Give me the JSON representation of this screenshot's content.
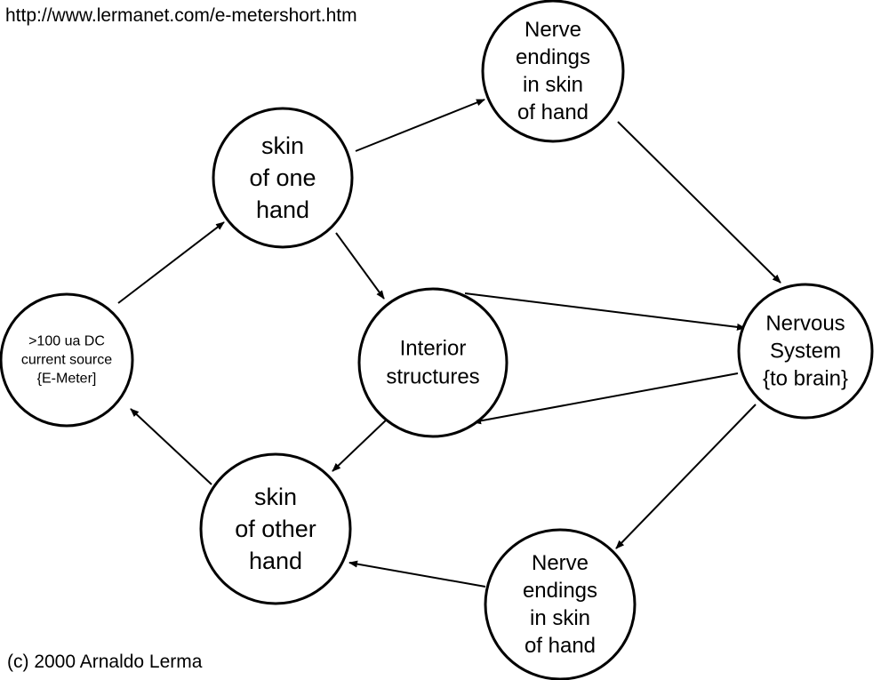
{
  "source_url": "http://www.lermanet.com/e-metershort.htm",
  "copyright": "(c) 2000 Arnaldo Lerma",
  "nodes": {
    "emeter": [
      ">100 ua DC",
      "current source",
      "{E-Meter]"
    ],
    "skin_one_hand": [
      "skin",
      "of one",
      "hand"
    ],
    "nerve_top": [
      "Nerve",
      "endings",
      "in skin",
      "of hand"
    ],
    "interior": [
      "Interior",
      "structures"
    ],
    "nervous_system": [
      "Nervous",
      "System",
      "{to brain}"
    ],
    "skin_other_hand": [
      "skin",
      "of other",
      "hand"
    ],
    "nerve_bottom": [
      "Nerve",
      "endings",
      "in skin",
      "of hand"
    ]
  },
  "edges": [
    {
      "from": "emeter",
      "to": "skin_one_hand"
    },
    {
      "from": "skin_one_hand",
      "to": "nerve_top"
    },
    {
      "from": "skin_one_hand",
      "to": "interior"
    },
    {
      "from": "nerve_top",
      "to": "nervous_system"
    },
    {
      "from": "interior",
      "to": "nervous_system"
    },
    {
      "from": "nervous_system",
      "to": "interior"
    },
    {
      "from": "interior",
      "to": "skin_other_hand"
    },
    {
      "from": "nervous_system",
      "to": "nerve_bottom"
    },
    {
      "from": "nerve_bottom",
      "to": "skin_other_hand"
    },
    {
      "from": "skin_other_hand",
      "to": "emeter"
    }
  ]
}
